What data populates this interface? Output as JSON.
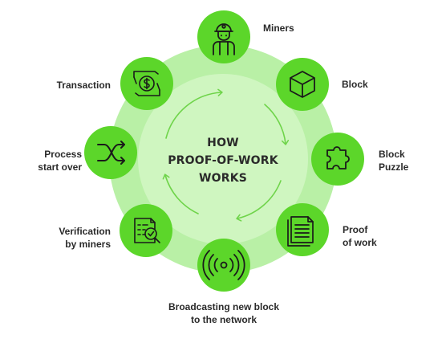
{
  "diagram": {
    "title_lines": [
      "HOW",
      "PROOF-OF-WORK",
      "WORKS"
    ],
    "steps": [
      {
        "id": "miners",
        "label_lines": [
          "Miners"
        ],
        "icon": "miner-icon"
      },
      {
        "id": "block",
        "label_lines": [
          "Block"
        ],
        "icon": "cube-icon"
      },
      {
        "id": "block-puzzle",
        "label_lines": [
          "Block",
          "Puzzle"
        ],
        "icon": "puzzle-icon"
      },
      {
        "id": "proof-of-work",
        "label_lines": [
          "Proof",
          "of work"
        ],
        "icon": "document-icon"
      },
      {
        "id": "broadcasting",
        "label_lines": [
          "Broadcasting new block",
          "to the network"
        ],
        "icon": "broadcast-icon"
      },
      {
        "id": "verification",
        "label_lines": [
          "Verification",
          "by miners"
        ],
        "icon": "checklist-search-icon"
      },
      {
        "id": "process-start-over",
        "label_lines": [
          "Process",
          "start over"
        ],
        "icon": "shuffle-icon"
      },
      {
        "id": "transaction",
        "label_lines": [
          "Transaction"
        ],
        "icon": "coin-exchange-icon"
      }
    ],
    "colors": {
      "outer_ring": "#b9f0a6",
      "inner_circle": "#cff6c0",
      "node_fill": "#5cd62a",
      "cycle_arrow": "#6fd44a",
      "icon_stroke": "#1a1a1a",
      "text": "#2a2a2a"
    }
  }
}
